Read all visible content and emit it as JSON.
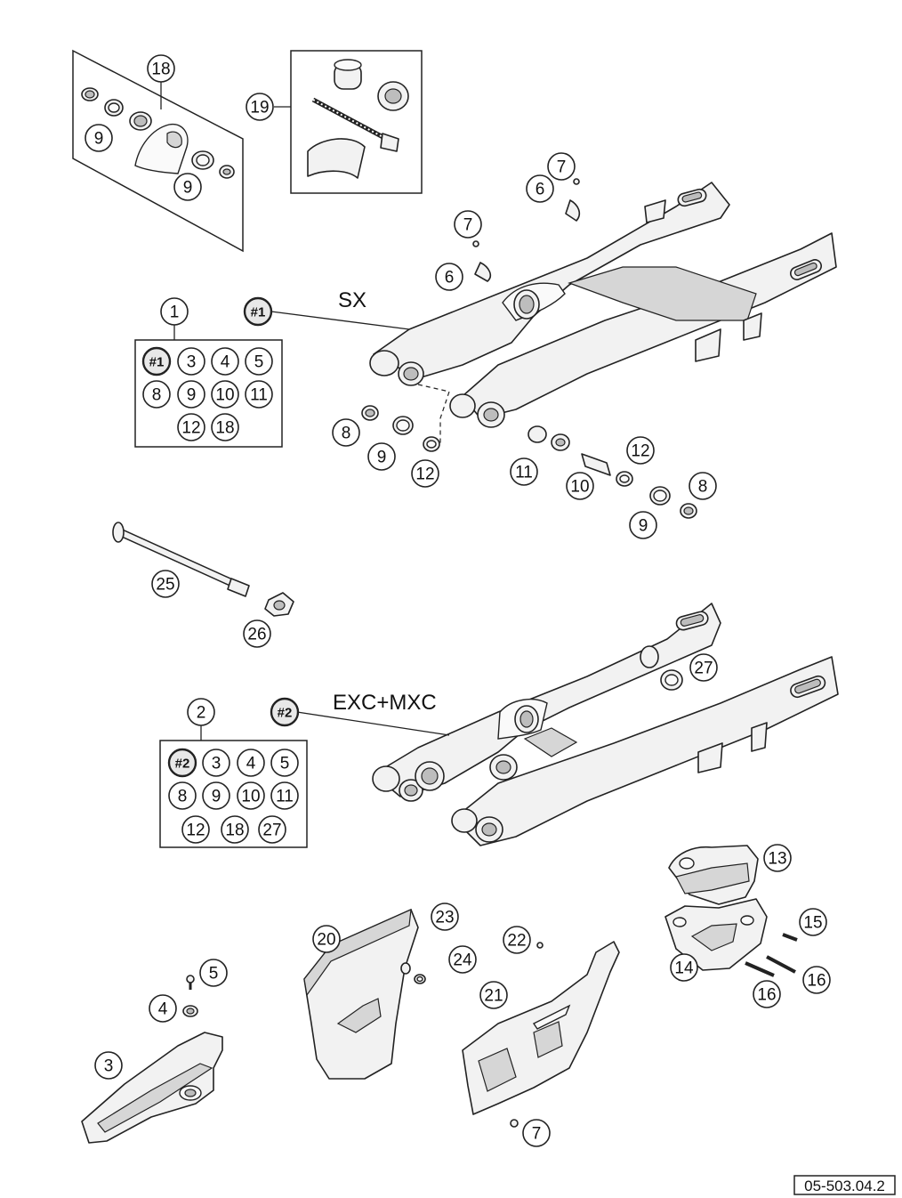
{
  "labels": {
    "sx": "SX",
    "exc_mxc": "EXC+MXC",
    "reference": "05-503.04.2"
  },
  "callouts": [
    {
      "id": "c18",
      "text": "18"
    },
    {
      "id": "c9a",
      "text": "9"
    },
    {
      "id": "c9b",
      "text": "9"
    },
    {
      "id": "c19",
      "text": "19"
    },
    {
      "id": "c7a",
      "text": "7"
    },
    {
      "id": "c6a",
      "text": "6"
    },
    {
      "id": "c7b",
      "text": "7"
    },
    {
      "id": "c6b",
      "text": "6"
    },
    {
      "id": "c1",
      "text": "1"
    },
    {
      "id": "cH1",
      "text": "#1"
    },
    {
      "id": "k1_h1",
      "text": "#1"
    },
    {
      "id": "k1_3",
      "text": "3"
    },
    {
      "id": "k1_4",
      "text": "4"
    },
    {
      "id": "k1_5",
      "text": "5"
    },
    {
      "id": "k1_8",
      "text": "8"
    },
    {
      "id": "k1_9",
      "text": "9"
    },
    {
      "id": "k1_10",
      "text": "10"
    },
    {
      "id": "k1_11",
      "text": "11"
    },
    {
      "id": "k1_12",
      "text": "12"
    },
    {
      "id": "k1_18",
      "text": "18"
    },
    {
      "id": "c8a",
      "text": "8"
    },
    {
      "id": "c9c",
      "text": "9"
    },
    {
      "id": "c12a",
      "text": "12"
    },
    {
      "id": "c11",
      "text": "11"
    },
    {
      "id": "c10",
      "text": "10"
    },
    {
      "id": "c12b",
      "text": "12"
    },
    {
      "id": "c8b",
      "text": "8"
    },
    {
      "id": "c9d",
      "text": "9"
    },
    {
      "id": "c25",
      "text": "25"
    },
    {
      "id": "c26",
      "text": "26"
    },
    {
      "id": "c27",
      "text": "27"
    },
    {
      "id": "c2",
      "text": "2"
    },
    {
      "id": "cH2",
      "text": "#2"
    },
    {
      "id": "k2_h2",
      "text": "#2"
    },
    {
      "id": "k2_3",
      "text": "3"
    },
    {
      "id": "k2_4",
      "text": "4"
    },
    {
      "id": "k2_5",
      "text": "5"
    },
    {
      "id": "k2_8",
      "text": "8"
    },
    {
      "id": "k2_9",
      "text": "9"
    },
    {
      "id": "k2_10",
      "text": "10"
    },
    {
      "id": "k2_11",
      "text": "11"
    },
    {
      "id": "k2_12",
      "text": "12"
    },
    {
      "id": "k2_18",
      "text": "18"
    },
    {
      "id": "k2_27",
      "text": "27"
    },
    {
      "id": "c13",
      "text": "13"
    },
    {
      "id": "c15",
      "text": "15"
    },
    {
      "id": "c14",
      "text": "14"
    },
    {
      "id": "c16a",
      "text": "16"
    },
    {
      "id": "c16b",
      "text": "16"
    },
    {
      "id": "c20",
      "text": "20"
    },
    {
      "id": "c23",
      "text": "23"
    },
    {
      "id": "c22",
      "text": "22"
    },
    {
      "id": "c24",
      "text": "24"
    },
    {
      "id": "c21",
      "text": "21"
    },
    {
      "id": "c5",
      "text": "5"
    },
    {
      "id": "c4",
      "text": "4"
    },
    {
      "id": "c3",
      "text": "3"
    },
    {
      "id": "c7c",
      "text": "7"
    }
  ]
}
